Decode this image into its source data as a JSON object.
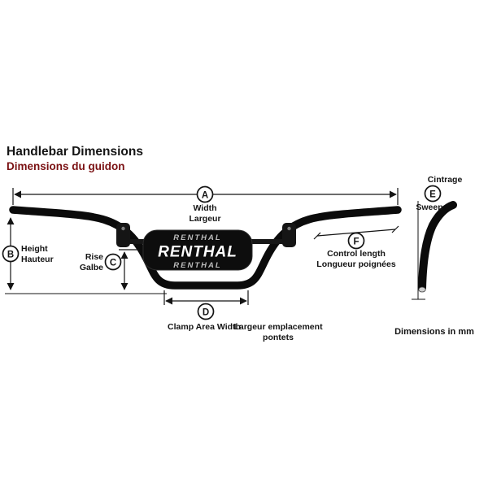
{
  "page": {
    "title": "Handlebar Dimensions",
    "subtitle": "Dimensions du guidon",
    "units_note": "Dimensions in mm"
  },
  "colors": {
    "subtitle_red": "#7a1012",
    "bar_black": "#0b0b0b",
    "pad_fill": "#0d0d0d",
    "pad_logo": "#ffffff"
  },
  "pad": {
    "logo_top": "RENTHAL",
    "logo": "RENTHAL",
    "logo_bottom": "RENTHAL"
  },
  "dimensions": {
    "a": {
      "letter": "A",
      "en": "Width",
      "fr": "Largeur"
    },
    "b": {
      "letter": "B",
      "en": "Height",
      "fr": "Hauteur"
    },
    "c": {
      "letter": "C",
      "en": "Rise",
      "fr": "Galbe"
    },
    "d": {
      "letter": "D",
      "en": "Clamp Area Width",
      "fr1": "Largeur emplacement",
      "fr2": "pontets"
    },
    "e": {
      "letter": "E",
      "en": "Sweep",
      "fr": "Cintrage"
    },
    "f": {
      "letter": "F",
      "en": "Control length",
      "fr": "Longueur poignées"
    }
  }
}
